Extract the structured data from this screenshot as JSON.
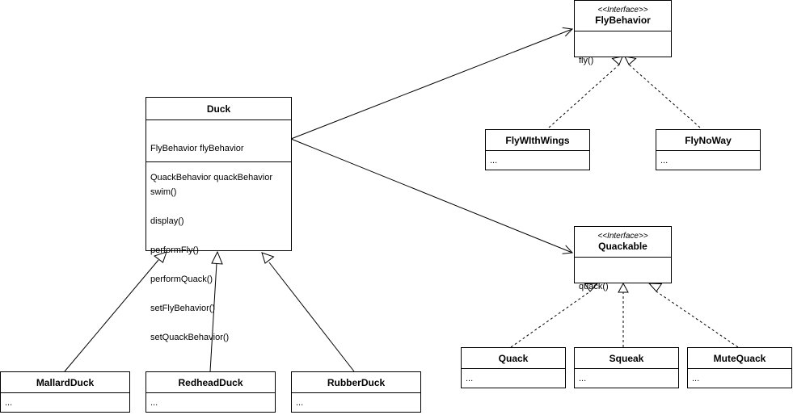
{
  "diagram": {
    "duck": {
      "name": "Duck",
      "attributes": [
        "FlyBehavior flyBehavior",
        "QuackBehavior quackBehavior"
      ],
      "methods": [
        "swim()",
        "display()",
        "performFly()",
        "performQuack()",
        "setFlyBehavior()",
        "setQuackBehavior()"
      ]
    },
    "fly_behavior": {
      "stereotype": "<<Interface>>",
      "name": "FlyBehavior",
      "methods": [
        "fly()"
      ]
    },
    "quackable": {
      "stereotype": "<<Interface>>",
      "name": "Quackable",
      "methods": [
        "quack()"
      ]
    },
    "fly_with_wings": {
      "name": "FlyWIthWings",
      "body": "..."
    },
    "fly_no_way": {
      "name": "FlyNoWay",
      "body": "..."
    },
    "quack": {
      "name": "Quack",
      "body": "..."
    },
    "squeak": {
      "name": "Squeak",
      "body": "..."
    },
    "mute_quack": {
      "name": "MuteQuack",
      "body": "..."
    },
    "mallard_duck": {
      "name": "MallardDuck",
      "body": "..."
    },
    "redhead_duck": {
      "name": "RedheadDuck",
      "body": "..."
    },
    "rubber_duck": {
      "name": "RubberDuck",
      "body": "..."
    }
  }
}
